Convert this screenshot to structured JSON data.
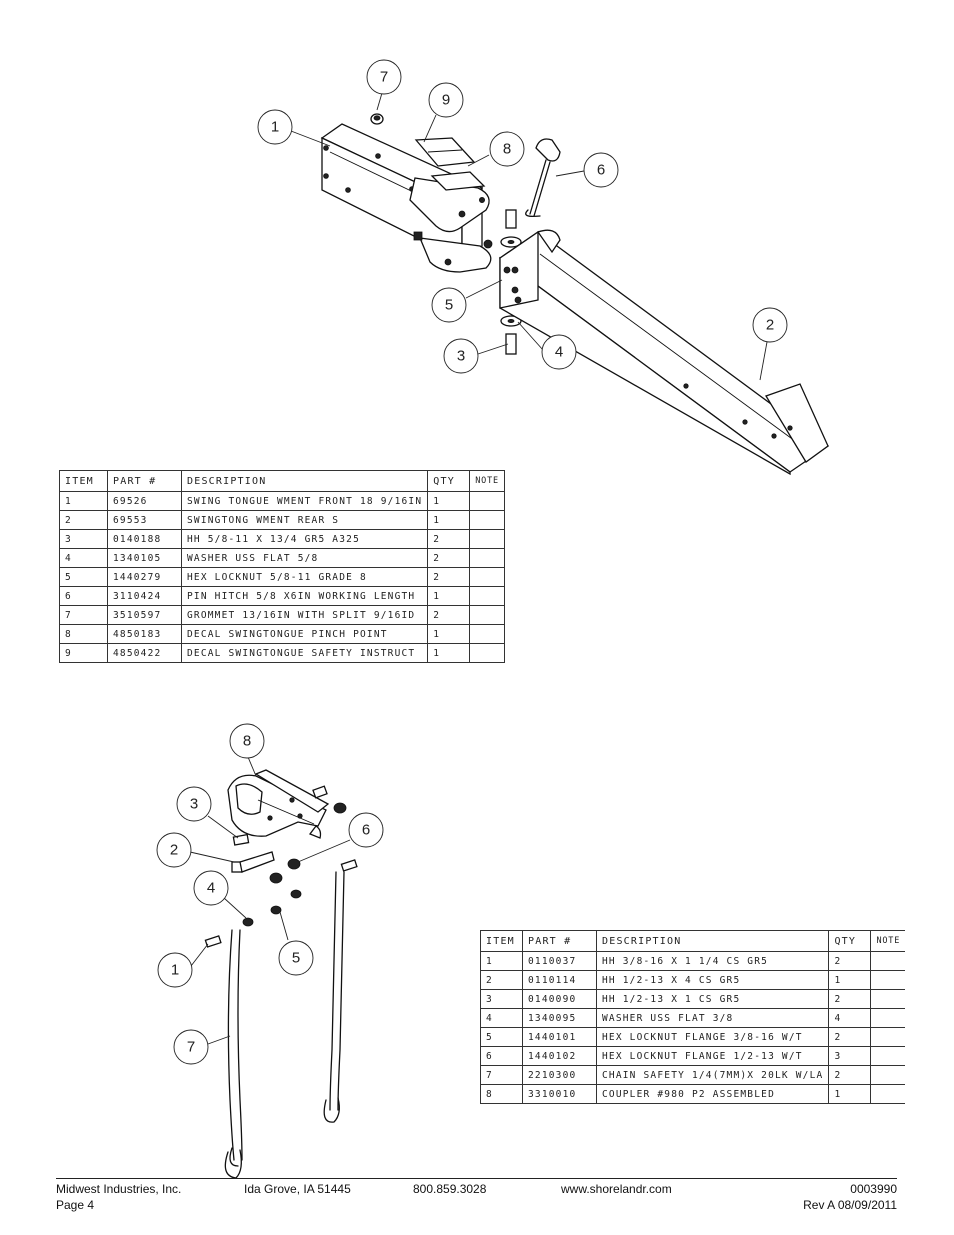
{
  "diagram_top": {
    "balloons": [
      "1",
      "2",
      "3",
      "4",
      "5",
      "6",
      "7",
      "8",
      "9"
    ]
  },
  "table_top": {
    "headers": [
      "ITEM",
      "PART #",
      "DESCRIPTION",
      "QTY",
      "NOTE"
    ],
    "rows": [
      [
        "1",
        "69526",
        "SWING TONGUE WMENT FRONT 18 9/16IN",
        "1",
        ""
      ],
      [
        "2",
        "69553",
        "SWINGTONG WMENT REAR S",
        "1",
        ""
      ],
      [
        "3",
        "0140188",
        "HH 5/8-11 X 13/4  GR5 A325",
        "2",
        ""
      ],
      [
        "4",
        "1340105",
        "WASHER USS FLAT 5/8",
        "2",
        ""
      ],
      [
        "5",
        "1440279",
        "HEX LOCKNUT 5/8-11 GRADE 8",
        "2",
        ""
      ],
      [
        "6",
        "3110424",
        "PIN HITCH 5/8 X6IN WORKING LENGTH",
        "1",
        ""
      ],
      [
        "7",
        "3510597",
        "GROMMET 13/16IN  WITH SPLIT 9/16ID",
        "2",
        ""
      ],
      [
        "8",
        "4850183",
        "DECAL SWINGTONGUE PINCH POINT",
        "1",
        ""
      ],
      [
        "9",
        "4850422",
        "DECAL SWINGTONGUE SAFETY INSTRUCT",
        "1",
        ""
      ]
    ]
  },
  "diagram_bottom": {
    "balloons": [
      "1",
      "2",
      "3",
      "4",
      "5",
      "6",
      "7",
      "8"
    ]
  },
  "table_bottom": {
    "headers": [
      "ITEM",
      "PART #",
      "DESCRIPTION",
      "QTY",
      "NOTE"
    ],
    "rows": [
      [
        "1",
        "0110037",
        "HH 3/8-16 X 1 1/4 CS GR5",
        "2",
        ""
      ],
      [
        "2",
        "0110114",
        "HH 1/2-13 X 4 CS GR5",
        "1",
        ""
      ],
      [
        "3",
        "0140090",
        "HH 1/2-13 X 1 CS GR5",
        "2",
        ""
      ],
      [
        "4",
        "1340095",
        "WASHER USS FLAT 3/8",
        "4",
        ""
      ],
      [
        "5",
        "1440101",
        "HEX LOCKNUT FLANGE 3/8-16 W/T",
        "2",
        ""
      ],
      [
        "6",
        "1440102",
        "HEX LOCKNUT FLANGE 1/2-13 W/T",
        "3",
        ""
      ],
      [
        "7",
        "2210300",
        "CHAIN SAFETY 1/4(7MM)X 20LK W/LA",
        "2",
        ""
      ],
      [
        "8",
        "3310010",
        "COUPLER #980 P2 ASSEMBLED",
        "1",
        ""
      ]
    ]
  },
  "footer": {
    "company": "Midwest Industries, Inc.",
    "page": "Page 4",
    "location": "Ida Grove, IA 51445",
    "phone": "800.859.3028",
    "website": "www.shorelandr.com",
    "doc_number": "0003990",
    "revision": "Rev A 08/09/2011"
  }
}
